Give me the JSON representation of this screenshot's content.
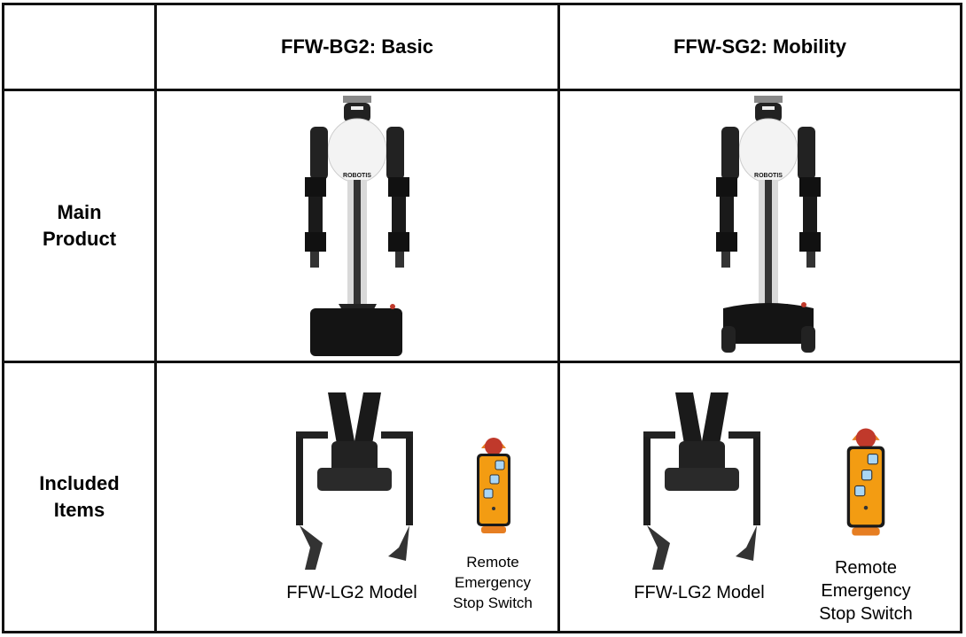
{
  "columns": [
    {
      "heading": "FFW-BG2: Basic"
    },
    {
      "heading": "FFW-SG2: Mobility"
    }
  ],
  "rows": {
    "main_product": "Main\nProduct",
    "included_items": "Included\nItems"
  },
  "items": {
    "leader_model": "FFW-LG2 Model",
    "estop": "Remote\nEmergency\nStop Switch",
    "robot_logo": "ROBOTIS"
  }
}
